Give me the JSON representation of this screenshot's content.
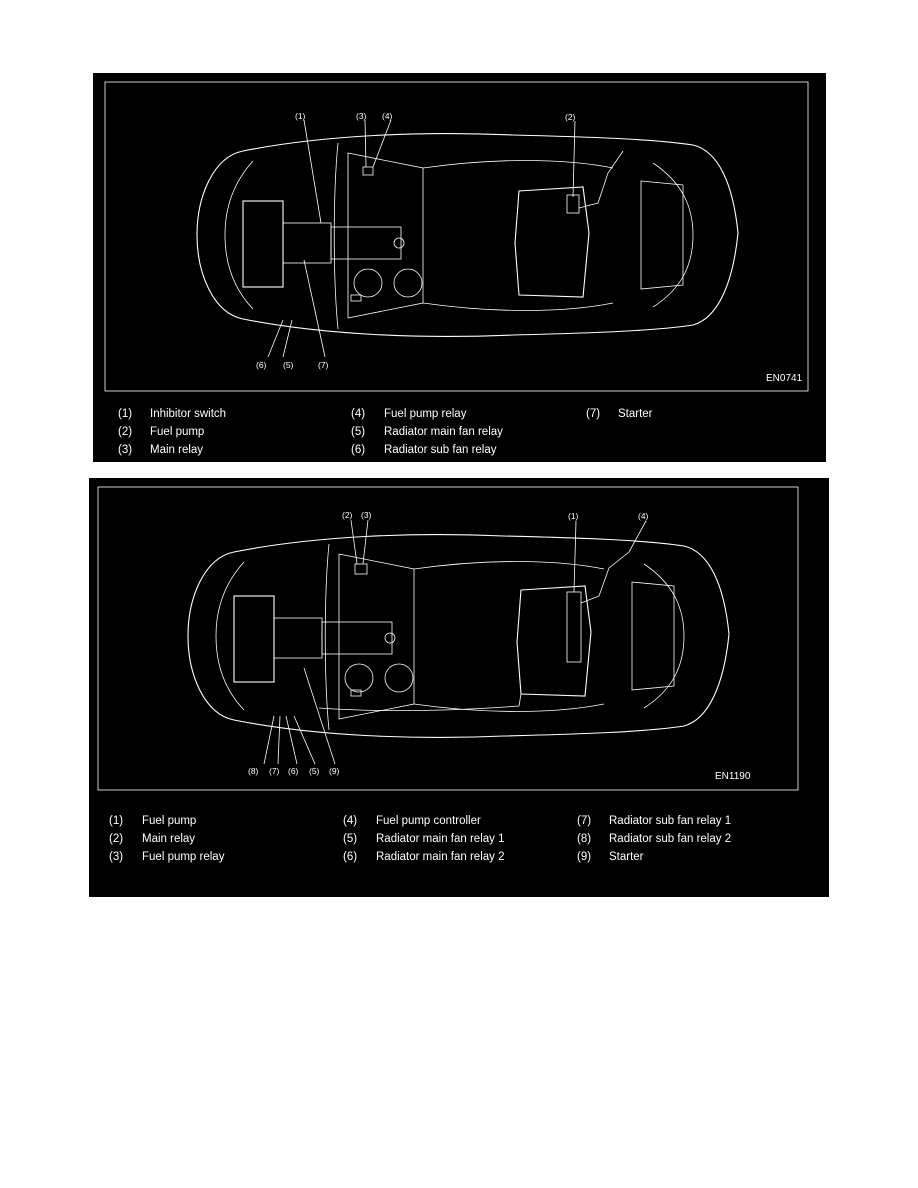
{
  "diagram1": {
    "code": "EN0741",
    "callouts": {
      "c1": "(1)",
      "c2": "(2)",
      "c3": "(3)",
      "c4": "(4)",
      "c5": "(5)",
      "c6": "(6)",
      "c7": "(7)"
    },
    "legend": [
      {
        "num": "(1)",
        "label": "Inhibitor switch"
      },
      {
        "num": "(2)",
        "label": "Fuel pump"
      },
      {
        "num": "(3)",
        "label": "Main relay"
      },
      {
        "num": "(4)",
        "label": "Fuel pump relay"
      },
      {
        "num": "(5)",
        "label": "Radiator main fan relay"
      },
      {
        "num": "(6)",
        "label": "Radiator sub fan relay"
      },
      {
        "num": "(7)",
        "label": "Starter"
      }
    ]
  },
  "diagram2": {
    "code": "EN1190",
    "callouts": {
      "c1": "(1)",
      "c2": "(2)",
      "c3": "(3)",
      "c4": "(4)",
      "c5": "(5)",
      "c6": "(6)",
      "c7": "(7)",
      "c8": "(8)",
      "c9": "(9)"
    },
    "legend": [
      {
        "num": "(1)",
        "label": "Fuel pump"
      },
      {
        "num": "(2)",
        "label": "Main relay"
      },
      {
        "num": "(3)",
        "label": "Fuel pump relay"
      },
      {
        "num": "(4)",
        "label": "Fuel pump controller"
      },
      {
        "num": "(5)",
        "label": "Radiator main fan relay 1"
      },
      {
        "num": "(6)",
        "label": "Radiator main fan relay 2"
      },
      {
        "num": "(7)",
        "label": "Radiator sub fan relay 1"
      },
      {
        "num": "(8)",
        "label": "Radiator sub fan relay 2"
      },
      {
        "num": "(9)",
        "label": "Starter"
      }
    ]
  }
}
